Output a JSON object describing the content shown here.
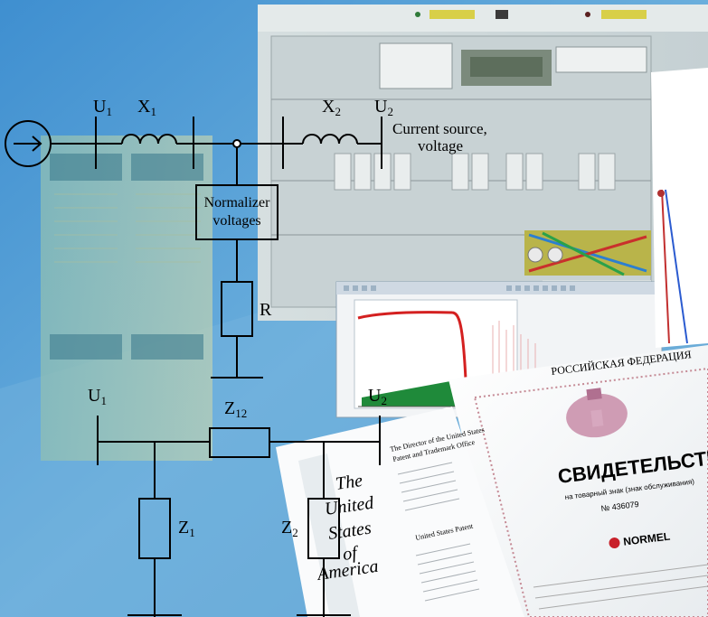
{
  "diagram_top": {
    "u1": "U",
    "u1_sub": "1",
    "x1": "X",
    "x1_sub": "1",
    "x2": "X",
    "x2_sub": "2",
    "u2": "U",
    "u2_sub": "2",
    "source_label_line1": "Current source,",
    "source_label_line2": "voltage",
    "normalizer_line1": "Normalizer",
    "normalizer_line2": "voltages",
    "r": "R"
  },
  "diagram_bottom": {
    "u1": "U",
    "u1_sub": "1",
    "u2": "U",
    "u2_sub": "2",
    "z12": "Z",
    "z12_sub": "12",
    "z1": "Z",
    "z1_sub": "1",
    "z2": "Z",
    "z2_sub": "2"
  },
  "documents": {
    "us_patent_script": [
      "The",
      "United",
      "States",
      "of",
      "America"
    ],
    "us_patent_heading1": "The Director of the United States",
    "us_patent_heading2": "Patent and Trademark Office",
    "us_patent_subheading": "United States Patent",
    "ru_header": "РОССИЙСКАЯ ФЕДЕРАЦИЯ",
    "ru_title": "СВИДЕТЕЛЬСТВ",
    "ru_subtitle": "на товарный знак (знак обслуживания)",
    "ru_number": "№ 436079",
    "ru_brand": "NORMEL"
  },
  "colors": {
    "bg_blue": "#4f98cf",
    "panel_light": "#dfe6e4",
    "chart_red": "#d42020",
    "chart_green": "#1f8a3a",
    "certificate_red": "#b0334b"
  }
}
